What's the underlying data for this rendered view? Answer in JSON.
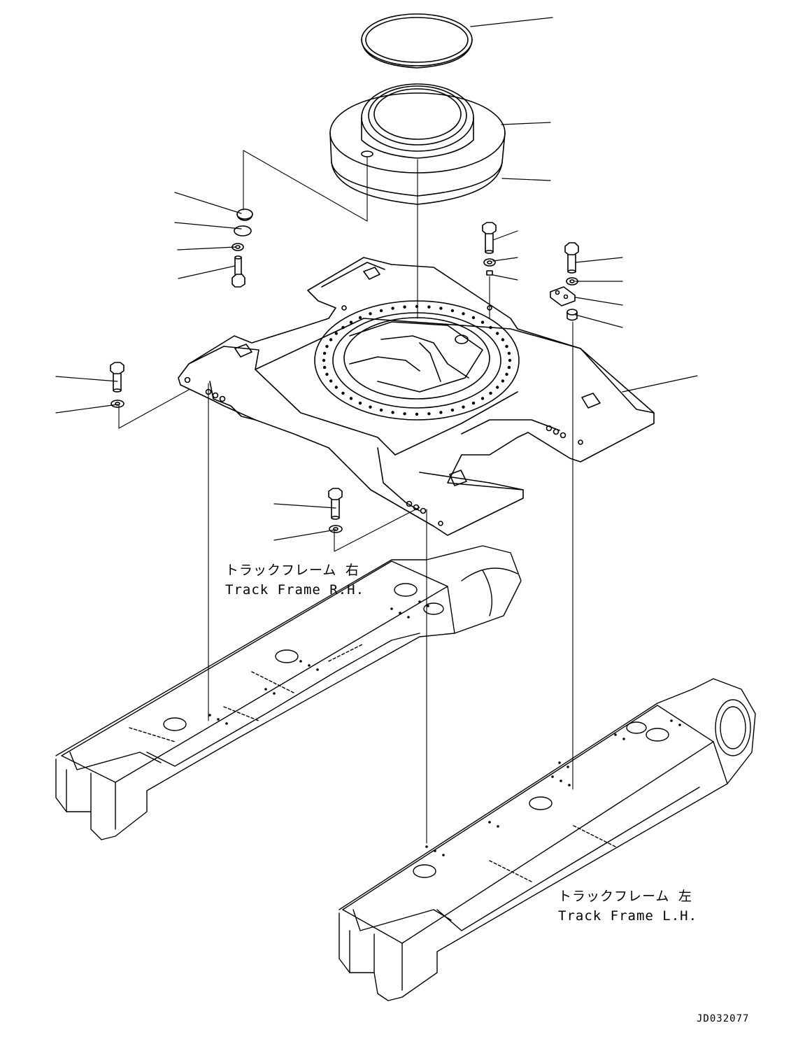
{
  "labels": {
    "track_frame_rh_jp": "トラックフレーム 右",
    "track_frame_rh_en": "Track Frame R.H.",
    "track_frame_lh_jp": "トラックフレーム 左",
    "track_frame_lh_en": "Track Frame L.H.",
    "drawing_number": "JD032077"
  }
}
